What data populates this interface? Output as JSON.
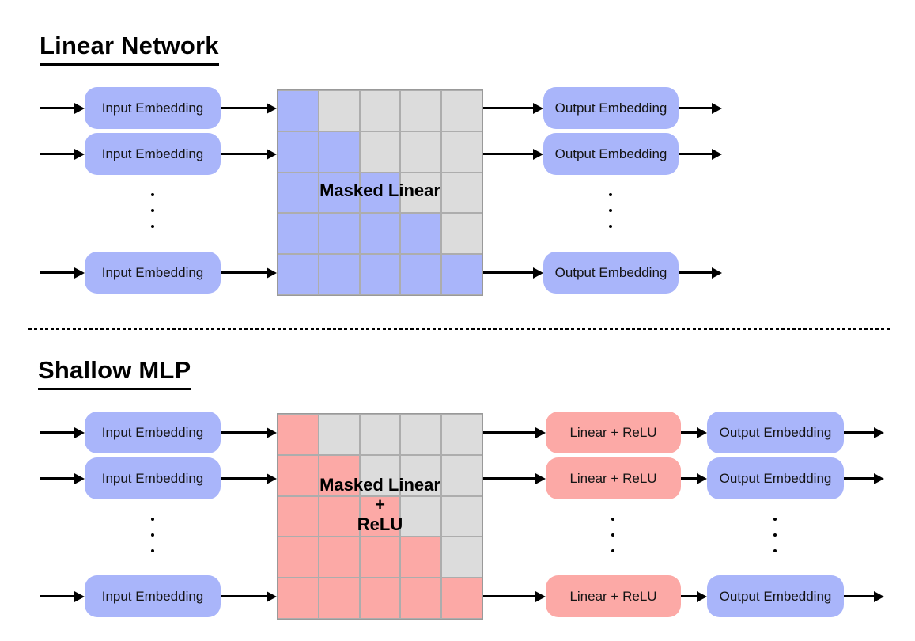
{
  "sections": {
    "linear_network": {
      "title": "Linear Network",
      "input_label": "Input Embedding",
      "output_label": "Output Embedding",
      "embedding_color": "#A9B5FA",
      "matrix": {
        "label": "Masked Linear",
        "rows": 5,
        "cols": 5,
        "pattern": "lower-triangular-active",
        "active_color": "#A9B5FA",
        "masked_color": "#DCDCDC"
      }
    },
    "shallow_mlp": {
      "title": "Shallow MLP",
      "input_label": "Input Embedding",
      "hidden_label": "Linear + ReLU",
      "output_label": "Output Embedding",
      "embedding_color": "#A9B5FA",
      "hidden_color": "#FCA9A6",
      "matrix": {
        "label_lines": [
          "Masked Linear",
          "+",
          "ReLU"
        ],
        "rows": 5,
        "cols": 5,
        "pattern": "lower-triangular-active",
        "active_color": "#FCA9A6",
        "masked_color": "#DCDCDC"
      }
    }
  }
}
